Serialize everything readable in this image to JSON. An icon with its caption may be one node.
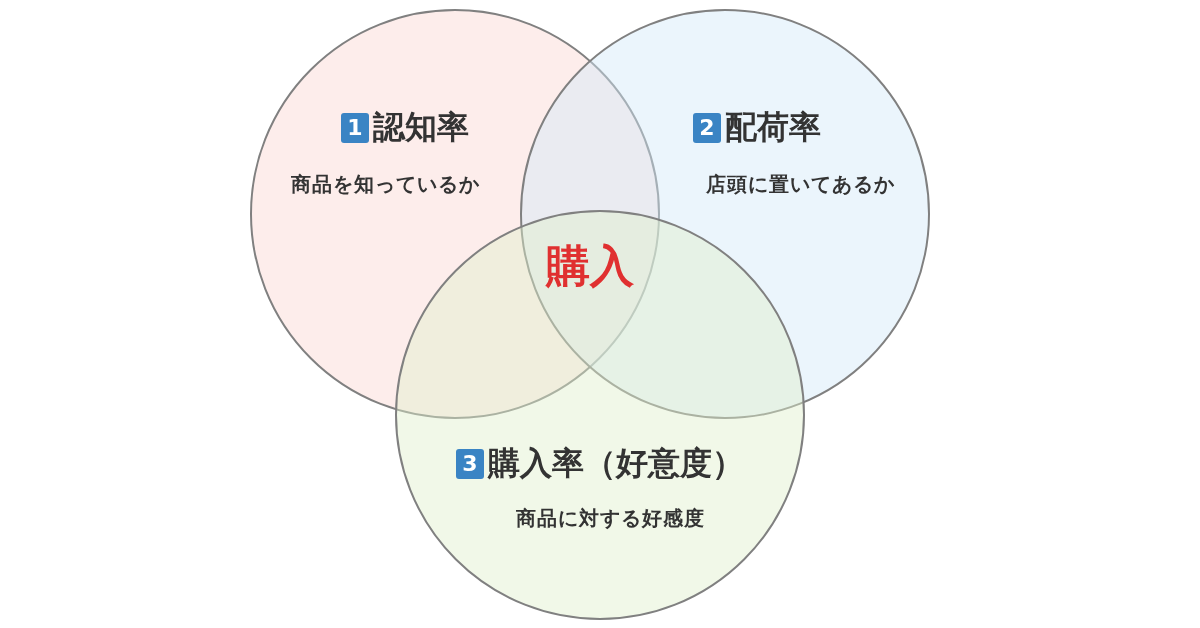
{
  "diagram": {
    "nodes": [
      {
        "text": [
          "1",
          "認知率",
          "商品を知っているか"
        ]
      },
      {
        "text": [
          "2",
          "配荷率",
          "店頭に置いてあるか"
        ]
      },
      {
        "text": [
          "3",
          "購入率（好意度）",
          "商品に対する好感度"
        ]
      }
    ],
    "labels": [
      "購入"
    ]
  }
}
